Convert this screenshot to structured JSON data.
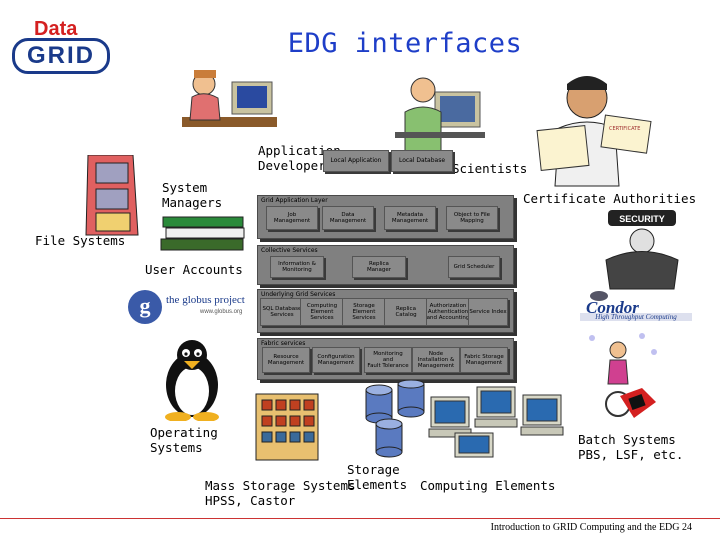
{
  "logo": {
    "line1": "Data",
    "line2": "GRID"
  },
  "title": "EDG interfaces",
  "actors": {
    "app_dev": "Application\nDevelopers",
    "scientists": "Scientists",
    "sys_managers": "System\nManagers",
    "cert_authorities": "Certificate Authorities",
    "file_systems": "File Systems",
    "user_accounts": "User Accounts",
    "operating_systems": "Operating\nSystems",
    "batch_systems": "Batch Systems\nPBS, LSF, etc.",
    "storage_elements": "Storage\nElements",
    "mass_storage": "Mass Storage Systems\nHPSS, Castor",
    "computing_elements": "Computing Elements"
  },
  "apps": {
    "local_app": "Local Application",
    "local_db": "Local Database"
  },
  "layers": [
    {
      "title": "Grid Application Layer",
      "boxes": [
        "Job\nManagement",
        "Data\nManagement",
        "Metadata\nManagement",
        "Object to File\nMapping"
      ]
    },
    {
      "title": "Collective Services",
      "boxes": [
        "Information &\nMonitoring",
        "Replica\nManager",
        "Grid Scheduler"
      ]
    },
    {
      "title": "Underlying Grid Services",
      "boxes": [
        "SQL Database\nServices",
        "Computing\nElement\nServices",
        "Storage\nElement\nServices",
        "Replica\nCatalog",
        "Authorization\nAuthentication\nand Accounting",
        "Service Index"
      ]
    },
    {
      "title": "Fabric services",
      "boxes": [
        "Resource\nManagement",
        "Configuration\nManagement",
        "Monitoring\nand\nFault Tolerance",
        "Node\nInstallation &\nManagement",
        "Fabric Storage\nManagement"
      ]
    }
  ],
  "logos": {
    "globus": "the globus project",
    "globus_url": "www.globus.org",
    "condor": "Condor",
    "condor_sub": "High Throughput Computing",
    "security": "SECURITY",
    "certificate": "CERTIFICATE"
  },
  "footer": "Introduction to GRID Computing and the EDG  24",
  "colors": {
    "title": "#1e3ec8",
    "layer": "#808080",
    "logo_red": "#d42020",
    "logo_blue": "#1a3a8a"
  }
}
